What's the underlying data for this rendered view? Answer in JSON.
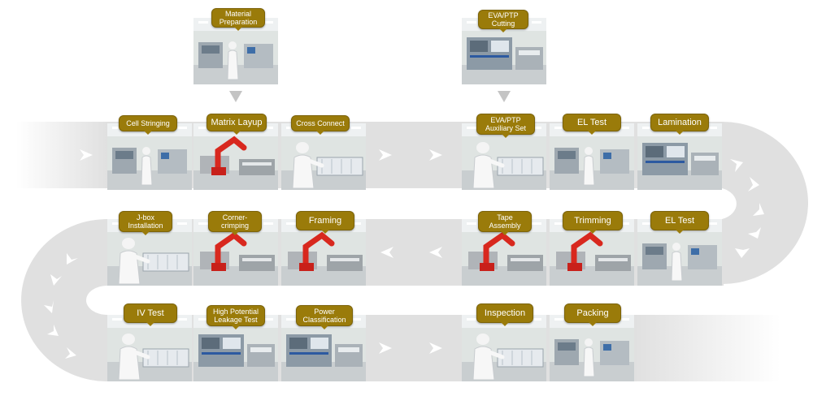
{
  "steps": [
    {
      "id": "material-preparation",
      "label": "Material\nPreparation",
      "scene": "lab"
    },
    {
      "id": "eva-ptp-cutting",
      "label": "EVA/PTP\nCutting",
      "scene": "machine"
    },
    {
      "id": "cell-stringing",
      "label": "Cell Stringing",
      "scene": "lab"
    },
    {
      "id": "matrix-layup",
      "label": "Matrix Layup",
      "scene": "robot"
    },
    {
      "id": "cross-connect",
      "label": "Cross Connect",
      "scene": "worker"
    },
    {
      "id": "eva-ptp-auxiliary-set",
      "label": "EVA/PTP\nAuxiliary Set",
      "scene": "worker"
    },
    {
      "id": "el-test-1",
      "label": "EL Test",
      "scene": "lab"
    },
    {
      "id": "lamination",
      "label": "Lamination",
      "scene": "machine"
    },
    {
      "id": "j-box-installation",
      "label": "J-box\nInstallation",
      "scene": "worker"
    },
    {
      "id": "corner-crimping",
      "label": "Corner-\ncrimping",
      "scene": "robot"
    },
    {
      "id": "framing",
      "label": "Framing",
      "scene": "robot"
    },
    {
      "id": "tape-assembly",
      "label": "Tape\nAssembly",
      "scene": "robot"
    },
    {
      "id": "trimming",
      "label": "Trimming",
      "scene": "robot"
    },
    {
      "id": "el-test-2",
      "label": "EL Test",
      "scene": "lab"
    },
    {
      "id": "iv-test",
      "label": "IV Test",
      "scene": "worker"
    },
    {
      "id": "high-potential-leakage-test",
      "label": "High Potential\nLeakage Test",
      "scene": "machine"
    },
    {
      "id": "power-classification",
      "label": "Power\nClassification",
      "scene": "machine"
    },
    {
      "id": "inspection",
      "label": "Inspection",
      "scene": "worker"
    },
    {
      "id": "packing",
      "label": "Packing",
      "scene": "lab"
    }
  ],
  "colors": {
    "label_bg": "#9a7b0a",
    "track": "#e0e0e0",
    "arrow": "#ffffff",
    "down_arrow": "#c4c4c4"
  }
}
